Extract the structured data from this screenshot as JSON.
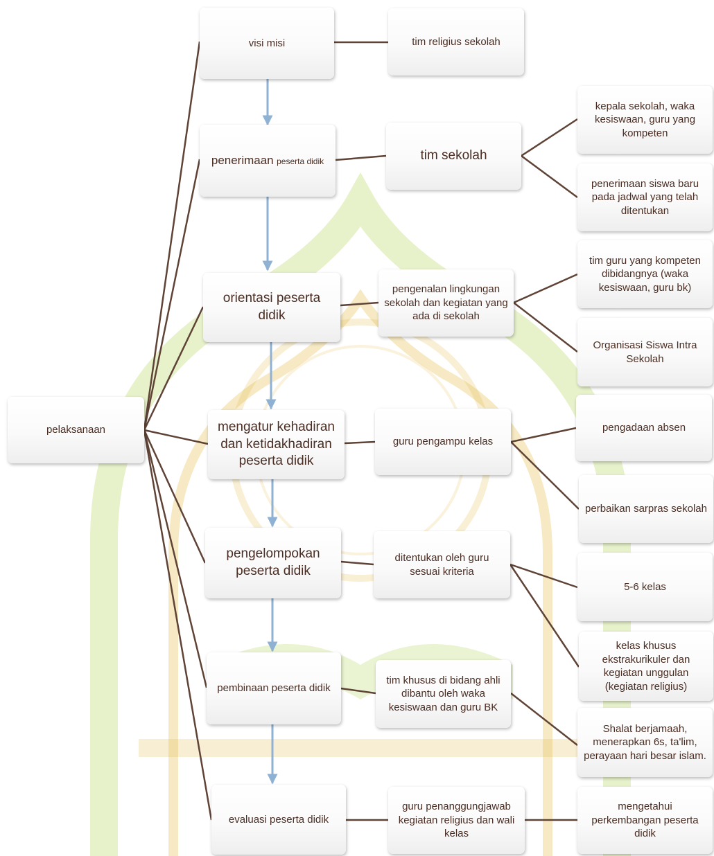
{
  "colors": {
    "connector": "#5e4336",
    "arrow": "#8fb1d3",
    "text": "#4a2d23",
    "watermark_green": "#b9d96b",
    "watermark_gold": "#e4bf52"
  },
  "root": {
    "label": "pelaksanaan"
  },
  "steps": [
    {
      "label": "visi misi"
    },
    {
      "label": "penerimaan",
      "label_small": "peserta didik"
    },
    {
      "label": "orientasi peserta didik"
    },
    {
      "label": "mengatur kehadiran dan ketidakhadiran peserta didik"
    },
    {
      "label": "pengelompokan peserta didik"
    },
    {
      "label": "pembinaan peserta didik"
    },
    {
      "label": "evaluasi peserta didik"
    }
  ],
  "actors": [
    {
      "label": "tim religius sekolah"
    },
    {
      "label": "tim sekolah"
    },
    {
      "label": "pengenalan lingkungan sekolah dan kegiatan yang ada di sekolah"
    },
    {
      "label": "guru pengampu kelas"
    },
    {
      "label": "ditentukan oleh guru sesuai kriteria"
    },
    {
      "label": "tim khusus di bidang ahli dibantu oleh waka kesiswaan dan guru BK"
    },
    {
      "label": "guru penanggungjawab kegiatan religius dan wali kelas"
    }
  ],
  "details": [
    {
      "label": "kepala sekolah, waka kesiswaan,  guru yang kompeten"
    },
    {
      "label": "penerimaan siswa baru pada jadwal yang telah ditentukan"
    },
    {
      "label": "tim guru yang kompeten dibidangnya (waka kesiswaan, guru bk)"
    },
    {
      "label": "Organisasi Siswa Intra Sekolah"
    },
    {
      "label": "pengadaan absen"
    },
    {
      "label": "perbaikan sarpras sekolah"
    },
    {
      "label": "5-6 kelas"
    },
    {
      "label": "kelas khusus ekstrakurikuler dan kegiatan unggulan (kegiatan religius)"
    },
    {
      "label": "Shalat berjamaah, menerapkan 6s, ta'lim, perayaan hari besar islam."
    },
    {
      "label": "mengetahui perkembangan peserta didik"
    }
  ]
}
